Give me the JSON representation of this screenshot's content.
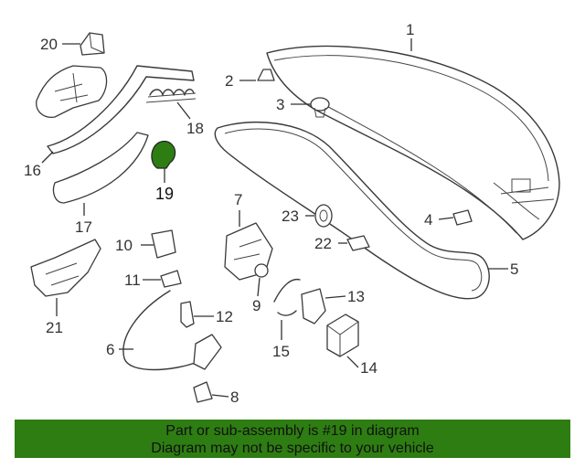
{
  "diagram": {
    "highlighted_part": "19",
    "labels": {
      "p1": "1",
      "p2": "2",
      "p3": "3",
      "p4": "4",
      "p5": "5",
      "p6": "6",
      "p7": "7",
      "p8": "8",
      "p9": "9",
      "p10": "10",
      "p11": "11",
      "p12": "12",
      "p13": "13",
      "p14": "14",
      "p15": "15",
      "p16": "16",
      "p17": "17",
      "p18": "18",
      "p19": "19",
      "p20": "20",
      "p21": "21",
      "p22": "22",
      "p23": "23"
    },
    "highlight_color": "#2e7d12"
  },
  "banner": {
    "line1": "Part or sub-assembly is #19 in diagram",
    "line2": "Diagram may not be specific to your vehicle",
    "color": "#2e7d12"
  }
}
